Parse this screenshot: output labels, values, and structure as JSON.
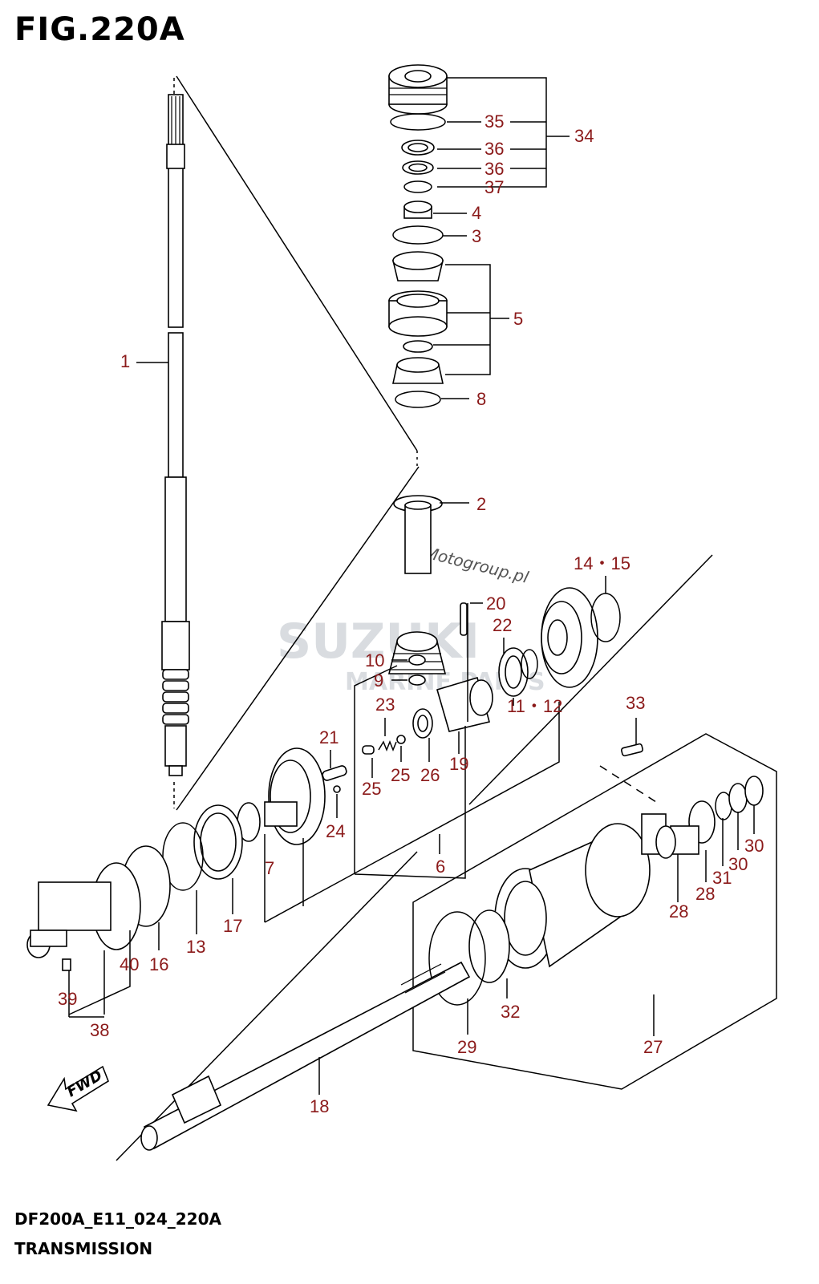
{
  "figure": {
    "title": "FIG.220A",
    "code": "DF200A_E11_024_220A",
    "name": "TRANSMISSION"
  },
  "watermark": {
    "brand": "SUZUKI",
    "sub": "MARINE PARTS",
    "site": "Motogroup.pl"
  },
  "fwd_label": "FWD",
  "callouts": {
    "c1": "1",
    "c2": "2",
    "c3": "3",
    "c4": "4",
    "c5": "5",
    "c6": "6",
    "c7": "7",
    "c8": "8",
    "c9": "9",
    "c10": "10",
    "c11_12": "11・12",
    "c13": "13",
    "c14_15": "14・15",
    "c16": "16",
    "c17": "17",
    "c18": "18",
    "c19": "19",
    "c20": "20",
    "c21": "21",
    "c22": "22",
    "c23": "23",
    "c24": "24",
    "c25a": "25",
    "c25b": "25",
    "c26": "26",
    "c27": "27",
    "c28a": "28",
    "c28b": "28",
    "c29": "29",
    "c30a": "30",
    "c30b": "30",
    "c31": "31",
    "c32": "32",
    "c33": "33",
    "c34": "34",
    "c35": "35",
    "c36a": "36",
    "c36b": "36",
    "c37": "37",
    "c38": "38",
    "c39": "39",
    "c40": "40"
  }
}
